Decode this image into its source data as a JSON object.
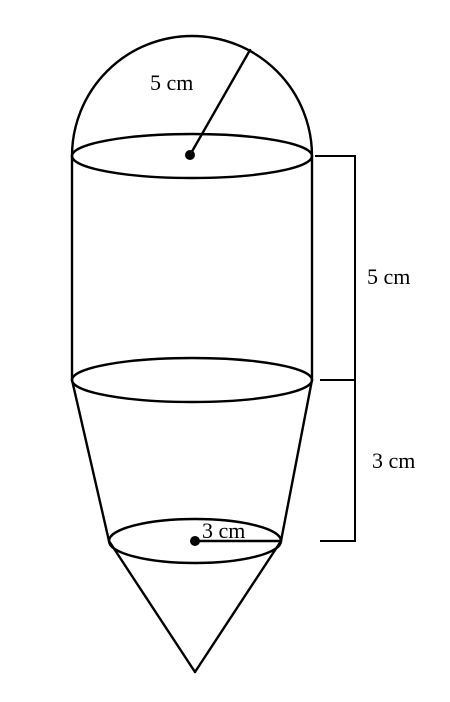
{
  "diagram": {
    "hemisphere_radius_label": "5 cm",
    "cylinder_height_label": "5 cm",
    "frustum_height_label": "3 cm",
    "frustum_bottom_radius_label": "3 cm"
  },
  "colors": {
    "stroke": "#000000",
    "background": "#ffffff"
  }
}
